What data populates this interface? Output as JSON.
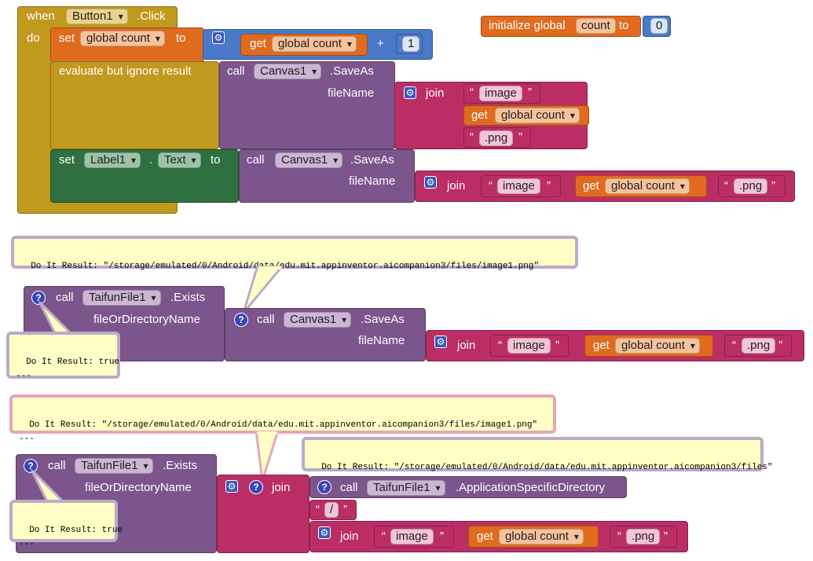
{
  "event": {
    "when": "when",
    "component": "Button1",
    "event": ".Click",
    "do": "do"
  },
  "global_init": {
    "prefix": "initialize global",
    "name": "count",
    "to": "to",
    "value": "0"
  },
  "set_count": {
    "set": "set",
    "var": "global count",
    "to": "to",
    "get": "get",
    "get_var": "global count",
    "op": "+",
    "num": "1"
  },
  "eval_block": {
    "label": "evaluate but ignore result",
    "call": "call",
    "component": "Canvas1",
    "method": ".SaveAs",
    "param": "fileName",
    "join": "join",
    "str1": "image",
    "get": "get",
    "get_var": "global count",
    "str2": ".png"
  },
  "set_label": {
    "set": "set",
    "component": "Label1",
    "dot": ".",
    "prop": "Text",
    "to": "to",
    "call": "call",
    "canvas": "Canvas1",
    "method": ".SaveAs",
    "param": "fileName",
    "join": "join",
    "str1": "image",
    "get": "get",
    "get_var": "global count",
    "str2": ".png"
  },
  "bubble1": {
    "text": "Do It Result: \"/storage/emulated/0/Android/data/edu.mit.appinventor.aicompanion3/files/image1.png\""
  },
  "exists1": {
    "call": "call",
    "component": "TaifunFile1",
    "method": ".Exists",
    "param": "fileOrDirectoryName",
    "call2": "call",
    "canvas": "Canvas1",
    "method2": ".SaveAs",
    "param2": "fileName",
    "join": "join",
    "str1": "image",
    "get": "get",
    "get_var": "global count",
    "str2": ".png"
  },
  "bubble2": {
    "text": "Do It Result: true\n---"
  },
  "bubble3": {
    "text": "Do It Result: \"/storage/emulated/0/Android/data/edu.mit.appinventor.aicompanion3/files/image1.png\"\n---"
  },
  "bubble4": {
    "text": "Do It Result: \"/storage/emulated/0/Android/data/edu.mit.appinventor.aicompanion3/files\""
  },
  "exists2": {
    "call": "call",
    "component": "TaifunFile1",
    "method": ".Exists",
    "param": "fileOrDirectoryName",
    "join": "join",
    "call2": "call",
    "component2": "TaifunFile1",
    "method2": ".ApplicationSpecificDirectory",
    "slash": "/",
    "join2": "join",
    "str1": "image",
    "get": "get",
    "get_var": "global count",
    "str2": ".png"
  },
  "bubble5": {
    "text": "Do It Result: true\n---"
  },
  "glyphs": {
    "gear": "⚙",
    "qmark": "?",
    "oquote": "“",
    "cquote": "”"
  },
  "icons": {
    "gear": "gear-icon",
    "question": "question-icon",
    "dropdown": "chevron-down-icon"
  },
  "colors": {
    "event": "#c2991f",
    "variable": "#e06b1f",
    "math": "#4a79c9",
    "component_call": "#7b558b",
    "text": "#bb2e65",
    "setter": "#2e7040",
    "bubble": "#fefec5"
  }
}
